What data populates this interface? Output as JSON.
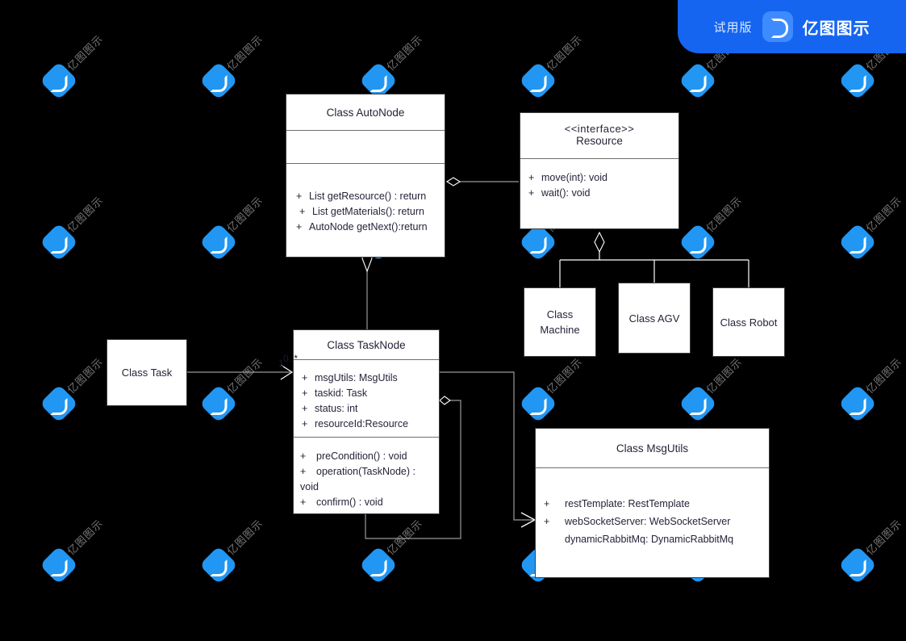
{
  "banner": {
    "trial_label": "试用版",
    "brand": "亿图图示",
    "logo_icon": "edraw-logo-icon",
    "accent_color": "#1565f0"
  },
  "watermark": {
    "text": "亿图图示",
    "logo_icon": "edraw-watermark-icon"
  },
  "canvas": {
    "background_color": "#000000",
    "box_fill": "#ffffff",
    "box_stroke": "#3b3b3b"
  },
  "diagram": {
    "type": "uml-class-diagram",
    "classes": [
      {
        "id": "auto-node",
        "title": "Class AutoNode",
        "stereotype": "",
        "attributes": [],
        "methods": [
          {
            "visibility": "+",
            "text": "List getResource() : return"
          },
          {
            "visibility": "+",
            "text": "List getMaterials(): return"
          },
          {
            "visibility": "+",
            "text": "AutoNode getNext():return"
          }
        ]
      },
      {
        "id": "resource",
        "title": "Resource",
        "stereotype": "<<interface>>",
        "attributes": [],
        "methods": [
          {
            "visibility": "+",
            "text": "move(int): void"
          },
          {
            "visibility": "+",
            "text": "wait(): void"
          }
        ]
      },
      {
        "id": "machine",
        "title": "Class Machine",
        "stereotype": "",
        "attributes": [],
        "methods": []
      },
      {
        "id": "agv",
        "title": "Class AGV",
        "stereotype": "",
        "attributes": [],
        "methods": []
      },
      {
        "id": "robot",
        "title": "Class Robot",
        "stereotype": "",
        "attributes": [],
        "methods": []
      },
      {
        "id": "task",
        "title": "Class Task",
        "stereotype": "",
        "attributes": [],
        "methods": []
      },
      {
        "id": "task-node",
        "title": "Class TaskNode",
        "stereotype": "",
        "attributes": [
          {
            "visibility": "+",
            "text": "msgUtils: MsgUtils"
          },
          {
            "visibility": "+",
            "text": "taskid: Task"
          },
          {
            "visibility": "+",
            "text": "status: int"
          },
          {
            "visibility": "+",
            "text": "resourceId:Resource"
          }
        ],
        "methods": [
          {
            "visibility": "+",
            "text": "preCondition() : void"
          },
          {
            "visibility": "+",
            "text": "operation(TaskNode) :"
          },
          {
            "visibility": "",
            "text": "void"
          },
          {
            "visibility": "+",
            "text": "confirm() : void"
          }
        ]
      },
      {
        "id": "msg-utils",
        "title": "Class MsgUtils",
        "stereotype": "",
        "attributes": [
          {
            "visibility": "+",
            "text": "restTemplate: RestTemplate"
          },
          {
            "visibility": "+",
            "text": "webSocketServer: WebSocketServer"
          },
          {
            "visibility": "",
            "text": "dynamicRabbitMq: DynamicRabbitMq"
          }
        ],
        "methods": []
      }
    ],
    "multiplicities": [
      {
        "id": "task-source",
        "label": "1"
      },
      {
        "id": "tasknode-target",
        "label": "0..*"
      }
    ],
    "relationships": [
      {
        "from": "auto-node",
        "to": "resource",
        "type": "aggregation"
      },
      {
        "from": "auto-node",
        "to": "task-node",
        "type": "aggregation"
      },
      {
        "from": "resource",
        "to": "machine",
        "type": "generalization"
      },
      {
        "from": "resource",
        "to": "agv",
        "type": "generalization"
      },
      {
        "from": "resource",
        "to": "robot",
        "type": "generalization"
      },
      {
        "from": "task",
        "to": "task-node",
        "type": "association"
      },
      {
        "from": "task-node",
        "to": "task-node",
        "type": "aggregation"
      },
      {
        "from": "task-node",
        "to": "msg-utils",
        "type": "directed-association"
      }
    ]
  }
}
